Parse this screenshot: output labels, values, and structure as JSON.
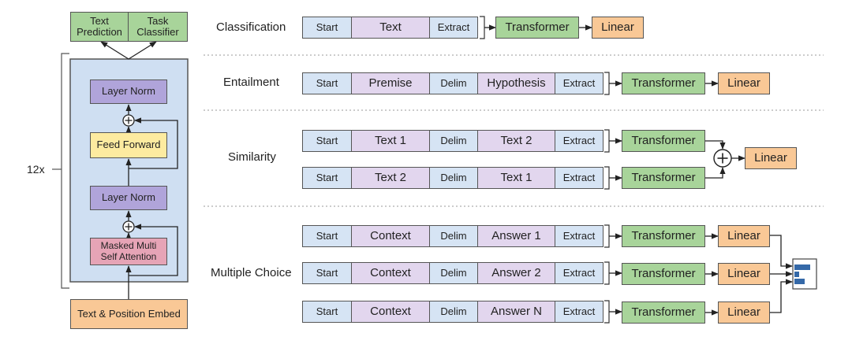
{
  "colors": {
    "start": "#d6e4f4",
    "text": "#e2d6ee",
    "delim": "#d6e4f4",
    "extract": "#d6e4f4",
    "transformer": "#a8d49a",
    "linear": "#f9c896",
    "layer_norm": "#b0a4da",
    "feed_forward": "#fdeba0",
    "attention": "#e6a4b6",
    "embed": "#f9c896",
    "block_bg": "#cfdff2",
    "text_prediction": "#a8d49a",
    "task_classifier": "#a8d49a"
  },
  "architecture": {
    "repeat_label": "12x",
    "text_prediction": "Text\nPrediction",
    "task_classifier": "Task\nClassifier",
    "layer_norm_top": "Layer Norm",
    "feed_forward": "Feed Forward",
    "layer_norm_bottom": "Layer Norm",
    "attention": "Masked Multi\nSelf Attention",
    "embed": "Text & Position Embed",
    "plus_symbol": "+"
  },
  "tasks": {
    "classification": {
      "label": "Classification",
      "tokens": [
        "Start",
        "Text",
        "Extract"
      ],
      "transformer": "Transformer",
      "linear": "Linear"
    },
    "entailment": {
      "label": "Entailment",
      "tokens": [
        "Start",
        "Premise",
        "Delim",
        "Hypothesis",
        "Extract"
      ],
      "transformer": "Transformer",
      "linear": "Linear"
    },
    "similarity": {
      "label": "Similarity",
      "rows": [
        {
          "tokens": [
            "Start",
            "Text 1",
            "Delim",
            "Text 2",
            "Extract"
          ],
          "transformer": "Transformer"
        },
        {
          "tokens": [
            "Start",
            "Text 2",
            "Delim",
            "Text 1",
            "Extract"
          ],
          "transformer": "Transformer"
        }
      ],
      "plus_symbol": "+",
      "linear": "Linear"
    },
    "multiple_choice": {
      "label": "Multiple Choice",
      "rows": [
        {
          "tokens": [
            "Start",
            "Context",
            "Delim",
            "Answer 1",
            "Extract"
          ],
          "transformer": "Transformer",
          "linear": "Linear"
        },
        {
          "tokens": [
            "Start",
            "Context",
            "Delim",
            "Answer 2",
            "Extract"
          ],
          "transformer": "Transformer",
          "linear": "Linear"
        },
        {
          "tokens": [
            "Start",
            "Context",
            "Delim",
            "Answer N",
            "Extract"
          ],
          "transformer": "Transformer",
          "linear": "Linear"
        }
      ],
      "softmax_icon": "bar-chart-icon"
    }
  }
}
